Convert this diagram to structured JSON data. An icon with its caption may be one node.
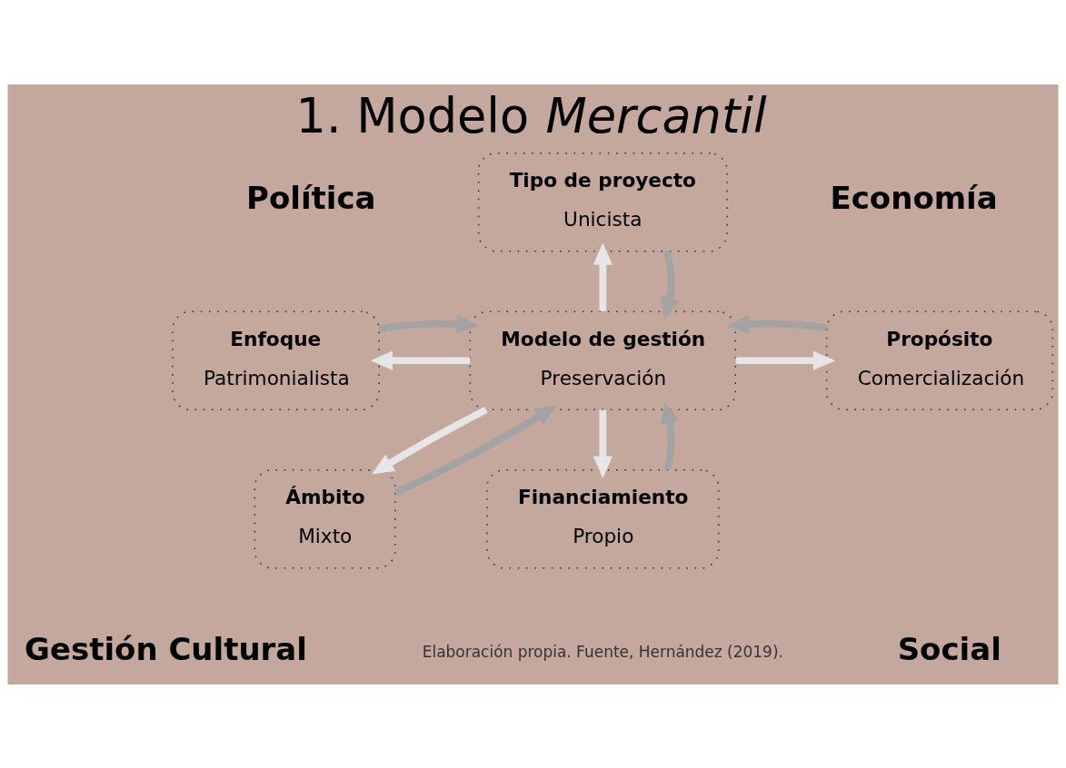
{
  "diagram": {
    "title": "1. Modelo *Mercantil*",
    "caption": "Elaboración propia. Fuente, Hernández (2019).",
    "nodes": [
      {
        "text": [
          "Tipo de proyecto",
          "Unicista"
        ]
      },
      {
        "text": [
          "Enfoque",
          "Patrimonialista"
        ]
      },
      {
        "text": [
          "Modelo de gestión",
          "Preservación"
        ]
      },
      {
        "text": [
          "Propósito",
          "Comercialización"
        ]
      },
      {
        "text": [
          "Ámbito",
          "Mixto"
        ]
      },
      {
        "text": [
          "Financiamiento",
          "Propio"
        ]
      }
    ],
    "edges": [
      {
        "from": 2,
        "to": 0,
        "arrow": "to",
        "color": "#e6e6e6"
      },
      {
        "from": 0,
        "to": 2,
        "arrow": "to",
        "color": "#a3a3a3"
      },
      {
        "from": 2,
        "to": 1,
        "arrow": "to",
        "color": "#e6e6e6"
      },
      {
        "from": 1,
        "to": 2,
        "arrow": "to",
        "color": "#a3a3a3"
      },
      {
        "from": 2,
        "to": 3,
        "arrow": "to",
        "color": "#e6e6e6"
      },
      {
        "from": 3,
        "to": 2,
        "arrow": "to",
        "color": "#a3a3a3"
      },
      {
        "from": 2,
        "to": 4,
        "arrow": "to",
        "color": "#e6e6e6"
      },
      {
        "from": 4,
        "to": 2,
        "arrow": "to",
        "color": "#a3a3a3"
      },
      {
        "from": 2,
        "to": 5,
        "arrow": "to",
        "color": "#e6e6e6"
      },
      {
        "from": 5,
        "to": 2,
        "arrow": "to",
        "color": "#a3a3a3"
      }
    ],
    "labels": [
      "Política",
      "Economía",
      "Gestión Cultural",
      "Social"
    ]
  }
}
